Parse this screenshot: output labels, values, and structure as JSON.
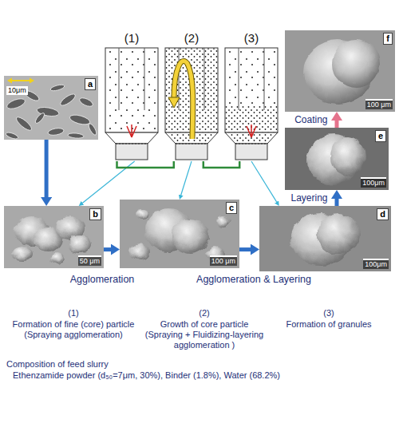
{
  "diagram": {
    "nodes": [
      {
        "text": [
          "a",
          "10μm"
        ]
      },
      {
        "text": [
          "(1)"
        ]
      },
      {
        "text": [
          "(2)"
        ]
      },
      {
        "text": [
          "(3)"
        ]
      },
      {
        "text": [
          "f",
          "100 μm"
        ]
      },
      {
        "text": [
          "e",
          "100μm"
        ]
      },
      {
        "text": [
          "b",
          "50 μm"
        ]
      },
      {
        "text": [
          "c",
          "100 μm"
        ]
      },
      {
        "text": [
          "d",
          "100μm"
        ]
      }
    ],
    "edges": [
      {
        "from": 0,
        "to": 6,
        "arrow": "to"
      },
      {
        "from": 6,
        "to": 7,
        "arrow": "to"
      },
      {
        "from": 7,
        "to": 8,
        "arrow": "to"
      },
      {
        "from": 8,
        "to": 5,
        "label": "Layering",
        "arrow": "to"
      },
      {
        "from": 5,
        "to": 4,
        "label": "Coating",
        "arrow": "to"
      },
      {
        "from": 1,
        "to": 6,
        "arrow": "to"
      },
      {
        "from": 2,
        "to": 7,
        "arrow": "to"
      },
      {
        "from": 3,
        "to": 8,
        "arrow": "to"
      },
      {
        "from": 1,
        "to": 2,
        "arrow": "none"
      },
      {
        "from": 2,
        "to": 3,
        "arrow": "none"
      }
    ],
    "labels": [
      "Agglomeration",
      "Agglomeration & Layering",
      "(1)",
      "Formation of fine (core) particle",
      "(Spraying agglomeration)",
      "(2)",
      "Growth of core particle",
      "(Spraying + Fluidizing-layering agglomeration )",
      "(3)",
      "Formation of granules",
      "Composition of feed slurry",
      "Ethenzamide powder (d₅₀=7μm, 30%), Binder (1.8%), Water (68.2%)"
    ]
  }
}
